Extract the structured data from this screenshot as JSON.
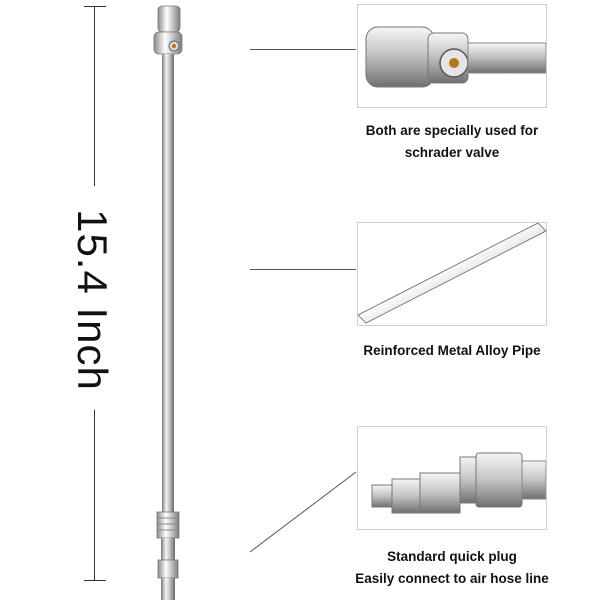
{
  "dimension": {
    "label": "15.4 Inch"
  },
  "callouts": [
    {
      "caption_lines": [
        "Both are specially used for",
        "schrader valve"
      ],
      "icon": "schrader-valve-chuck"
    },
    {
      "caption_lines": [
        "Reinforced Metal Alloy Pipe"
      ],
      "icon": "metal-pipe"
    },
    {
      "caption_lines": [
        "Standard quick plug",
        "Easily connect to air hose line"
      ],
      "icon": "quick-plug"
    }
  ],
  "colors": {
    "metal_light": "#f2f2f2",
    "metal_mid": "#b8b8b8",
    "metal_dark": "#6e6e6e",
    "line": "#333333"
  }
}
